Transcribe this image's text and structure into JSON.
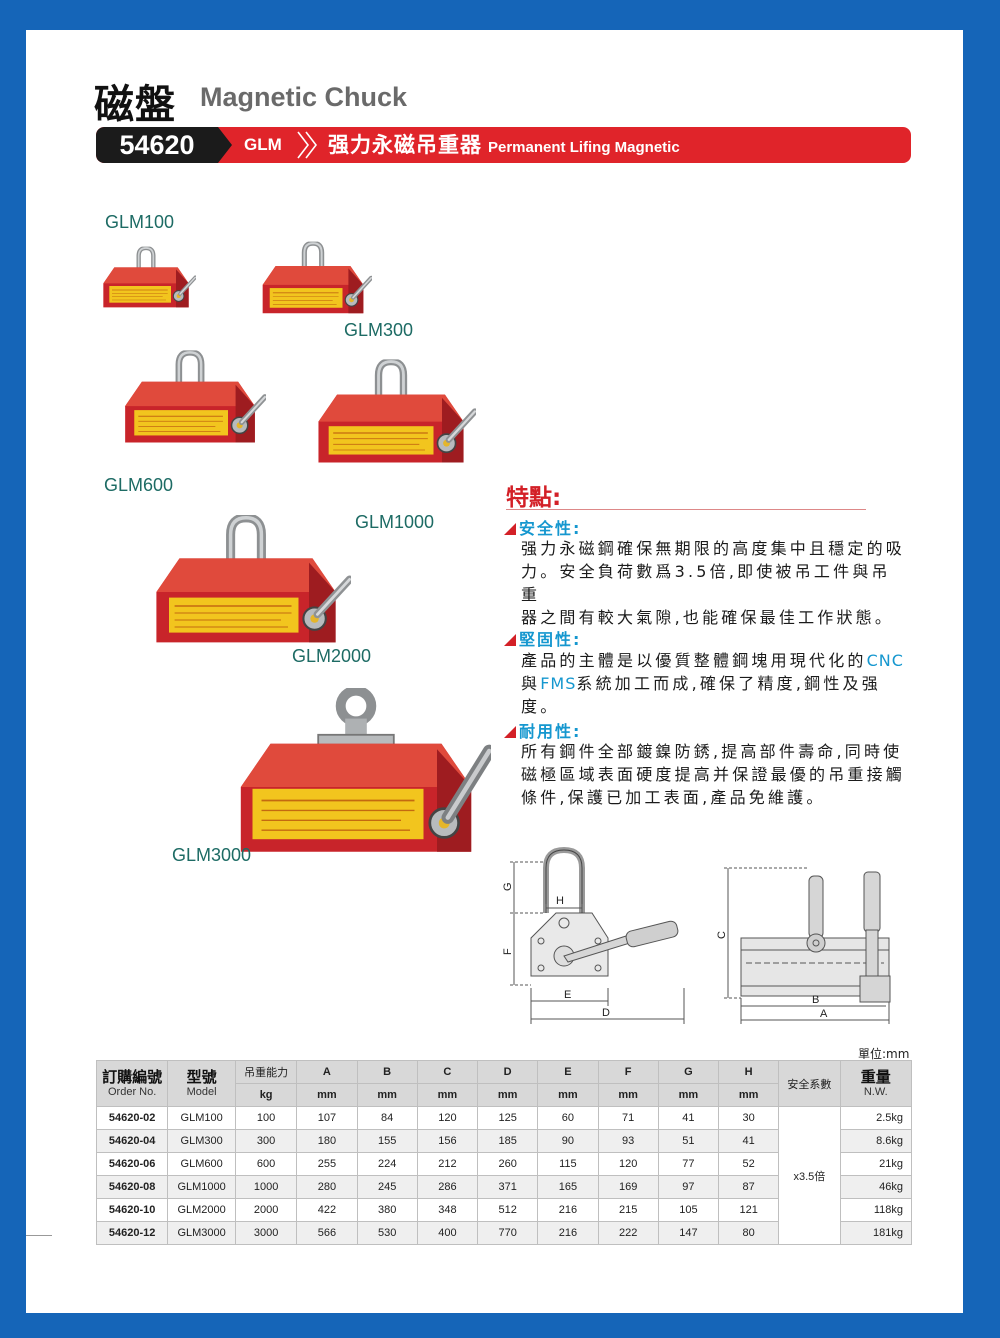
{
  "header": {
    "title_cn": "磁盤",
    "title_en": "Magnetic Chuck",
    "code": "54620",
    "series": "GLM",
    "product_cn": "强力永磁吊重器",
    "product_en": "Permanent Lifing Magnetic"
  },
  "models": [
    "GLM100",
    "GLM300",
    "GLM600",
    "GLM1000",
    "GLM2000",
    "GLM3000"
  ],
  "features": {
    "title": "特點:",
    "items": [
      {
        "heading": "安全性:",
        "lines": [
          "强力永磁鋼確保無期限的高度集中且穩定的吸",
          "力。安全負荷數爲3.5倍,即使被吊工件與吊重",
          "器之間有較大氣隙,也能確保最佳工作狀態。"
        ]
      },
      {
        "heading": "堅固性:",
        "line1_pre": "產品的主體是以優質整體鋼塊用現代化的",
        "line1_hl": "CNC",
        "line2_pre": "與",
        "line2_hl": "FMS",
        "line2_post": "系統加工而成,確保了精度,鋼性及强度。"
      },
      {
        "heading": "耐用性:",
        "lines": [
          "所有鋼件全部鍍鎳防銹,提高部件壽命,同時使",
          "磁極區域表面硬度提高并保證最優的吊重接觸",
          "條件,保護已加工表面,產品免維護。"
        ]
      }
    ]
  },
  "diagram": {
    "labels": [
      "G",
      "H",
      "F",
      "C",
      "E",
      "D",
      "B",
      "A"
    ]
  },
  "table": {
    "unit": "單位:mm",
    "headers": {
      "order_cn": "訂購編號",
      "order_en": "Order No.",
      "model_cn": "型號",
      "model_en": "Model",
      "capacity_cn": "吊重能力",
      "capacity_unit": "kg",
      "dims": [
        "A",
        "B",
        "C",
        "D",
        "E",
        "F",
        "G",
        "H"
      ],
      "dim_unit": "mm",
      "safety": "安全系數",
      "weight_cn": "重量",
      "weight_en": "N.W."
    },
    "safety_value": "x3.5倍",
    "rows": [
      {
        "order": "54620-02",
        "model": "GLM100",
        "capacity": "100",
        "A": "107",
        "B": "84",
        "C": "120",
        "D": "125",
        "E": "60",
        "F": "71",
        "G": "41",
        "H": "30",
        "weight": "2.5kg"
      },
      {
        "order": "54620-04",
        "model": "GLM300",
        "capacity": "300",
        "A": "180",
        "B": "155",
        "C": "156",
        "D": "185",
        "E": "90",
        "F": "93",
        "G": "51",
        "H": "41",
        "weight": "8.6kg"
      },
      {
        "order": "54620-06",
        "model": "GLM600",
        "capacity": "600",
        "A": "255",
        "B": "224",
        "C": "212",
        "D": "260",
        "E": "115",
        "F": "120",
        "G": "77",
        "H": "52",
        "weight": "21kg"
      },
      {
        "order": "54620-08",
        "model": "GLM1000",
        "capacity": "1000",
        "A": "280",
        "B": "245",
        "C": "286",
        "D": "371",
        "E": "165",
        "F": "169",
        "G": "97",
        "H": "87",
        "weight": "46kg"
      },
      {
        "order": "54620-10",
        "model": "GLM2000",
        "capacity": "2000",
        "A": "422",
        "B": "380",
        "C": "348",
        "D": "512",
        "E": "216",
        "F": "215",
        "G": "105",
        "H": "121",
        "weight": "118kg"
      },
      {
        "order": "54620-12",
        "model": "GLM3000",
        "capacity": "3000",
        "A": "566",
        "B": "530",
        "C": "400",
        "D": "770",
        "E": "216",
        "F": "222",
        "G": "147",
        "H": "80",
        "weight": "181kg"
      }
    ]
  },
  "colors": {
    "accent": "#e0242a",
    "dark": "#1b1b1b",
    "cyan": "#1597cf",
    "teal": "#1d6b64",
    "page_border": "#1565b8"
  }
}
